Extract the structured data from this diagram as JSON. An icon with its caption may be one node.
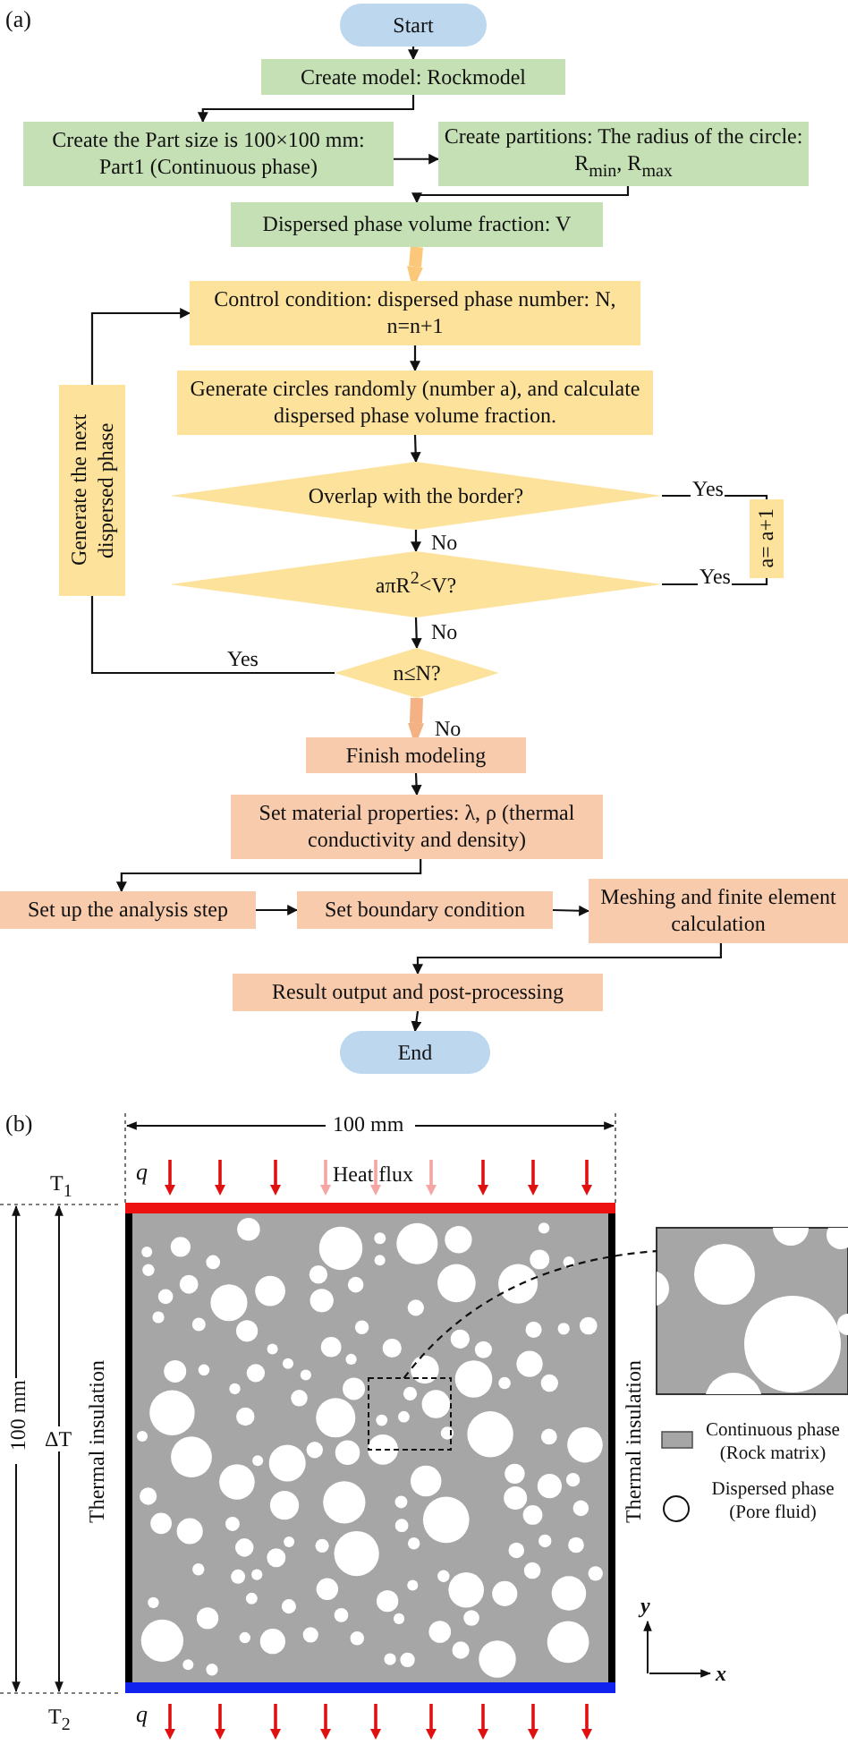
{
  "diagram": {
    "nodes": [
      {
        "text": [
          "Start"
        ]
      },
      {
        "text": [
          "Create model: Rockmodel"
        ]
      },
      {
        "text": [
          "Create the Part size is 100×100 mm: Part1 (Continuous phase)"
        ]
      },
      {
        "text": [
          "Create partitions: The radius of the circle: R$_{min}$,  R$_{max}$"
        ]
      },
      {
        "text": [
          "Dispersed phase volume fraction: V"
        ]
      },
      {
        "text": [
          "Control condition: dispersed phase number: N, n=n+1"
        ]
      },
      {
        "text": [
          "Generate circles randomly (number a), and calculate dispersed phase volume fraction."
        ]
      },
      {
        "text": [
          "Overlap with the border?"
        ]
      },
      {
        "text": [
          "aπR$^{2}$<V?"
        ]
      },
      {
        "text": [
          "n≤N?"
        ]
      },
      {
        "text": [
          "Finish modeling"
        ]
      },
      {
        "text": [
          "Set material properties: λ, ρ (thermal conductivity and density)"
        ]
      },
      {
        "text": [
          "Set up the analysis step"
        ]
      },
      {
        "text": [
          "Set boundary condition"
        ]
      },
      {
        "text": [
          "Meshing and finite element calculation"
        ]
      },
      {
        "text": [
          "Result output and post-processing"
        ]
      },
      {
        "text": [
          "End"
        ]
      },
      {
        "text": [
          "Generate the next dispersed phase"
        ]
      },
      {
        "text": [
          "a= a+1"
        ]
      },
      {
        "text": [],
        "shape": "box"
      },
      {
        "text": [],
        "shape": "picture"
      }
    ],
    "edges": [
      {
        "from": 0,
        "to": 1,
        "arrow": "to"
      },
      {
        "from": 1,
        "to": 2,
        "arrow": "to"
      },
      {
        "from": 2,
        "to": 3,
        "arrow": "to"
      },
      {
        "from": 3,
        "to": 4,
        "arrow": "to"
      },
      {
        "from": 4,
        "to": 5,
        "arrow": "to",
        "style": "thick",
        "color": "#fbc77a"
      },
      {
        "from": 5,
        "to": 6,
        "arrow": "to"
      },
      {
        "from": 6,
        "to": 7,
        "arrow": "to"
      },
      {
        "from": 7,
        "to": 8,
        "arrow": "to",
        "label": "No"
      },
      {
        "from": 8,
        "to": 9,
        "arrow": "to",
        "label": "No"
      },
      {
        "from": 9,
        "to": 10,
        "arrow": "to",
        "label": "No",
        "style": "thick",
        "color": "#f4b183"
      },
      {
        "from": 10,
        "to": 11,
        "arrow": "to"
      },
      {
        "from": 11,
        "to": 12,
        "arrow": "to"
      },
      {
        "from": 12,
        "to": 13,
        "arrow": "to"
      },
      {
        "from": 13,
        "to": 14,
        "arrow": "to"
      },
      {
        "from": 14,
        "to": 15,
        "arrow": "to"
      },
      {
        "from": 15,
        "to": 16,
        "arrow": "to"
      },
      {
        "from": 9,
        "to": 17,
        "arrow": "none",
        "label": "Yes"
      },
      {
        "from": 17,
        "to": 5,
        "arrow": "to"
      },
      {
        "from": 7,
        "to": 18,
        "arrow": "none",
        "label": "Yes"
      },
      {
        "from": 8,
        "to": 18,
        "arrow": "none",
        "label": "Yes"
      },
      {
        "from": 19,
        "to": 20,
        "arrow": "none",
        "style": "dashed"
      }
    ],
    "labels": [
      "(a)",
      "(b)",
      "100 mm",
      "q",
      "Heat flux",
      "T$_{1}$",
      "100 mm",
      "ΔT",
      "Thermal insulation",
      "Thermal insulation",
      "y",
      "x",
      "T$_{2}$",
      "q"
    ],
    "legend": [
      {
        "text": "Continuous phase (Rock matrix)",
        "color": "#a6a6a6"
      },
      {
        "text": "Dispersed phase (Pore fluid)"
      }
    ]
  }
}
